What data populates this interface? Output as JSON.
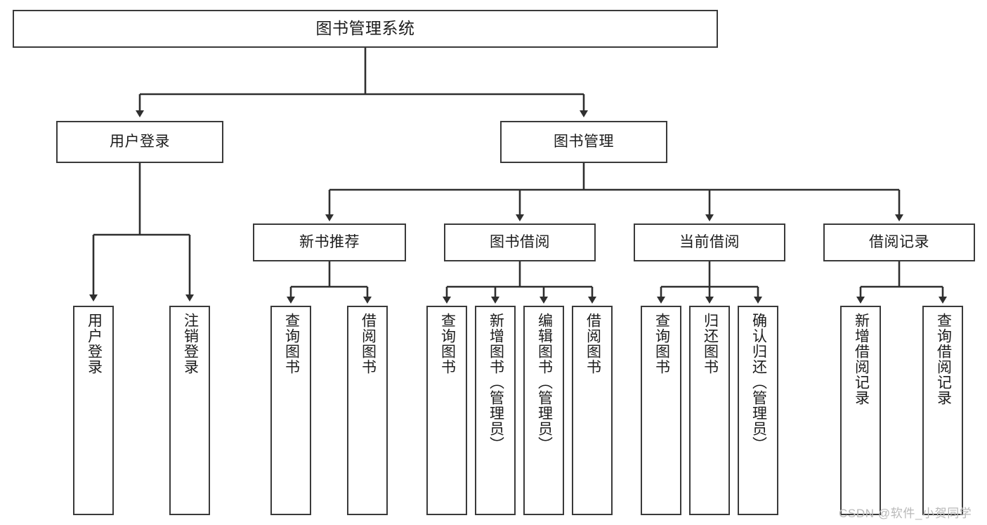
{
  "diagram": {
    "title": "图书管理系统",
    "type": "tree-hierarchy",
    "root": {
      "label": "图书管理系统"
    },
    "level2": [
      {
        "label": "用户登录"
      },
      {
        "label": "图书管理"
      }
    ],
    "level3": [
      {
        "label": "新书推荐"
      },
      {
        "label": "图书借阅"
      },
      {
        "label": "当前借阅"
      },
      {
        "label": "借阅记录"
      }
    ],
    "leaves": {
      "user_login": [
        {
          "label": "用户登录"
        },
        {
          "label": "注销登录"
        }
      ],
      "new_book_recommend": [
        {
          "label": "查询图书"
        },
        {
          "label": "借阅图书"
        }
      ],
      "book_borrow": [
        {
          "label": "查询图书"
        },
        {
          "label": "新增图书（管理员）"
        },
        {
          "label": "编辑图书（管理员）"
        },
        {
          "label": "借阅图书"
        }
      ],
      "current_borrow": [
        {
          "label": "查询图书"
        },
        {
          "label": "归还图书"
        },
        {
          "label": "确认归还（管理员）"
        }
      ],
      "borrow_record": [
        {
          "label": "新增借阅记录"
        },
        {
          "label": "查询借阅记录"
        }
      ]
    }
  },
  "watermark": {
    "text": "CSDN @软件_小贺同学"
  },
  "colors": {
    "box_border": "#3a3a3a",
    "box_fill": "#ffffff",
    "text": "#1c1c1c",
    "connector": "#2f2f2f",
    "watermark": "#b9b9b9",
    "background": "#ffffff"
  }
}
